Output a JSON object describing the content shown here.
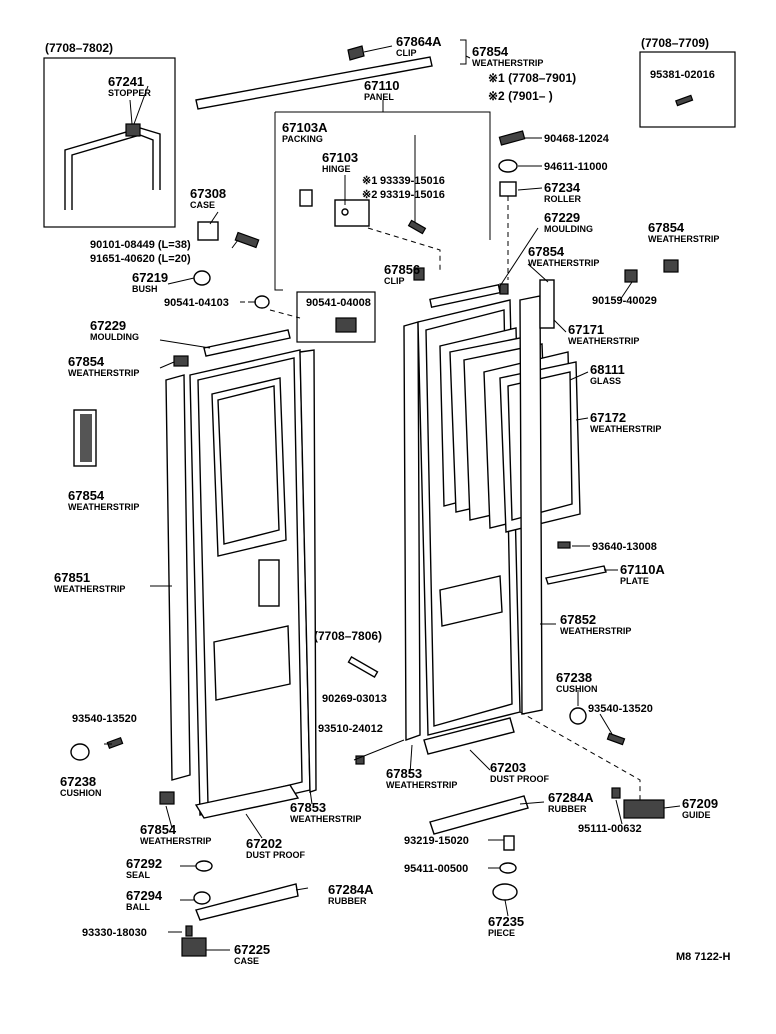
{
  "diagram": {
    "labels": [
      {
        "num": "67864A",
        "name": "CLIP"
      },
      {
        "num": "67854",
        "name": "WEATHERSTRIP"
      },
      {
        "num": "67241",
        "name": "STOPPER"
      },
      {
        "num": "67110",
        "name": "PANEL"
      },
      {
        "num": "67103A",
        "name": "PACKING"
      },
      {
        "num": "67103",
        "name": "HINGE"
      },
      {
        "num": "93339-15016",
        "name": ""
      },
      {
        "num": "93319-15016",
        "name": ""
      },
      {
        "num": "95381-02016",
        "name": ""
      },
      {
        "num": "90468-12024",
        "name": ""
      },
      {
        "num": "94611-11000",
        "name": ""
      },
      {
        "num": "67234",
        "name": "ROLLER"
      },
      {
        "num": "67229",
        "name": "MOULDING"
      },
      {
        "num": "67854",
        "name": "WEATHERSTRIP"
      },
      {
        "num": "67854",
        "name": "WEATHERSTRIP"
      },
      {
        "num": "90159-40029",
        "name": ""
      },
      {
        "num": "67308",
        "name": "CASE"
      },
      {
        "num": "90101-08449 (L=38)",
        "name": ""
      },
      {
        "num": "91651-40620 (L=20)",
        "name": ""
      },
      {
        "num": "67219",
        "name": "BUSH"
      },
      {
        "num": "90541-04103",
        "name": ""
      },
      {
        "num": "67856",
        "name": "CLIP"
      },
      {
        "num": "90541-04008",
        "name": ""
      },
      {
        "num": "67229",
        "name": "MOULDING"
      },
      {
        "num": "67854",
        "name": "WEATHERSTRIP"
      },
      {
        "num": "67171",
        "name": "WEATHERSTRIP"
      },
      {
        "num": "68111",
        "name": "GLASS"
      },
      {
        "num": "67172",
        "name": "WEATHERSTRIP"
      },
      {
        "num": "67854",
        "name": "WEATHERSTRIP"
      },
      {
        "num": "67851",
        "name": "WEATHERSTRIP"
      },
      {
        "num": "93640-13008",
        "name": ""
      },
      {
        "num": "67110A",
        "name": "PLATE"
      },
      {
        "num": "67852",
        "name": "WEATHERSTRIP"
      },
      {
        "num": "90269-03013",
        "name": ""
      },
      {
        "num": "67238",
        "name": "CUSHION"
      },
      {
        "num": "93540-13520",
        "name": ""
      },
      {
        "num": "93540-13520",
        "name": ""
      },
      {
        "num": "93510-24012",
        "name": ""
      },
      {
        "num": "67238",
        "name": "CUSHION"
      },
      {
        "num": "67853",
        "name": "WEATHERSTRIP"
      },
      {
        "num": "67203",
        "name": "DUST PROOF"
      },
      {
        "num": "67854",
        "name": "WEATHERSTRIP"
      },
      {
        "num": "67853",
        "name": "WEATHERSTRIP"
      },
      {
        "num": "67284A",
        "name": "RUBBER"
      },
      {
        "num": "67209",
        "name": "GUIDE"
      },
      {
        "num": "95111-00632",
        "name": ""
      },
      {
        "num": "67202",
        "name": "DUST PROOF"
      },
      {
        "num": "93219-15020",
        "name": ""
      },
      {
        "num": "67292",
        "name": "SEAL"
      },
      {
        "num": "95411-00500",
        "name": ""
      },
      {
        "num": "67294",
        "name": "BALL"
      },
      {
        "num": "67284A",
        "name": "RUBBER"
      },
      {
        "num": "93330-18030",
        "name": ""
      },
      {
        "num": "67225",
        "name": "CASE"
      },
      {
        "num": "67235",
        "name": "PIECE"
      }
    ],
    "ranges": {
      "top_left": "(7708–7802)",
      "top_right": "(7708–7709)",
      "mid": "(7708–7806)",
      "note1": "※1 (7708–7901)",
      "note2": "※2 (7901–        )",
      "mark1": "※1",
      "mark2": "※2"
    },
    "ref_code": "M8 7122-H"
  }
}
